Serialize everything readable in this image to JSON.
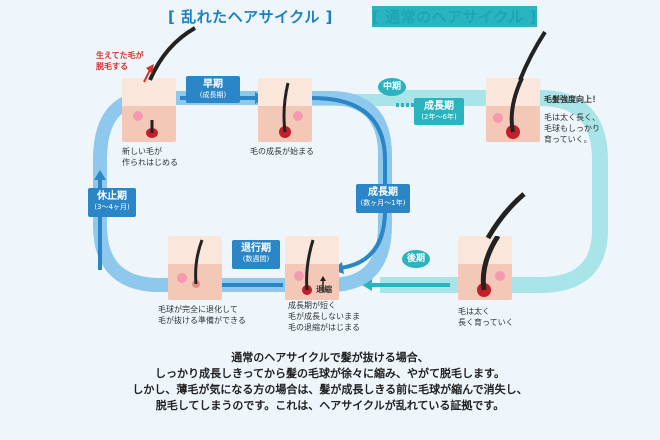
{
  "titles": {
    "disordered": "[ 乱れたヘアサイクル ]",
    "normal": "[ 通常のヘアサイクル ]"
  },
  "colors": {
    "blue": "#2a86c6",
    "light_blue": "#8ec8ec",
    "teal": "#2bb4c0",
    "light_teal": "#a8e4e8",
    "skin": "#f7d6c6",
    "red": "#d7332a"
  },
  "left_cycle": {
    "early": {
      "label": "早期",
      "sub": "(成長期)"
    },
    "growth": {
      "label": "成長期",
      "sub": "(数ヶ月〜1年)"
    },
    "regression": {
      "label": "退行期",
      "sub": "(数週間)"
    },
    "rest": {
      "label": "休止期",
      "sub": "(3〜4ヶ月)"
    },
    "shed_label": "生えてた毛が\n脱毛する",
    "start_label": "新しい毛が\n作られはじめる",
    "growth_start": "毛の成長が始まる",
    "retreat_tag": "退縮",
    "short_label": "成長期が短く\n毛が成長しないまま\n毛の退縮がはじまる",
    "end_label": "毛球が完全に退化して\n毛が抜ける準備ができる"
  },
  "right_cycle": {
    "mid": "中期",
    "growth": {
      "label": "成長期",
      "sub": "(2年〜6年)"
    },
    "late": "後期",
    "strength": "毛髪強度向上！",
    "strength_desc": "毛は太く長く、\n毛球もしっかり\n育っていく。",
    "long_label": "毛は太く\n長く育っていく"
  },
  "bottom_text": [
    "通常のヘアサイクルで髪が抜ける場合、",
    "しっかり成長しきってから髪の毛球が徐々に縮み、やがて脱毛します。",
    "しかし、薄毛が気になる方の場合は、髪が成長しきる前に毛球が縮んで消失し、",
    "脱毛してしまうのです。これは、ヘアサイクルが乱れている証拠です。"
  ]
}
